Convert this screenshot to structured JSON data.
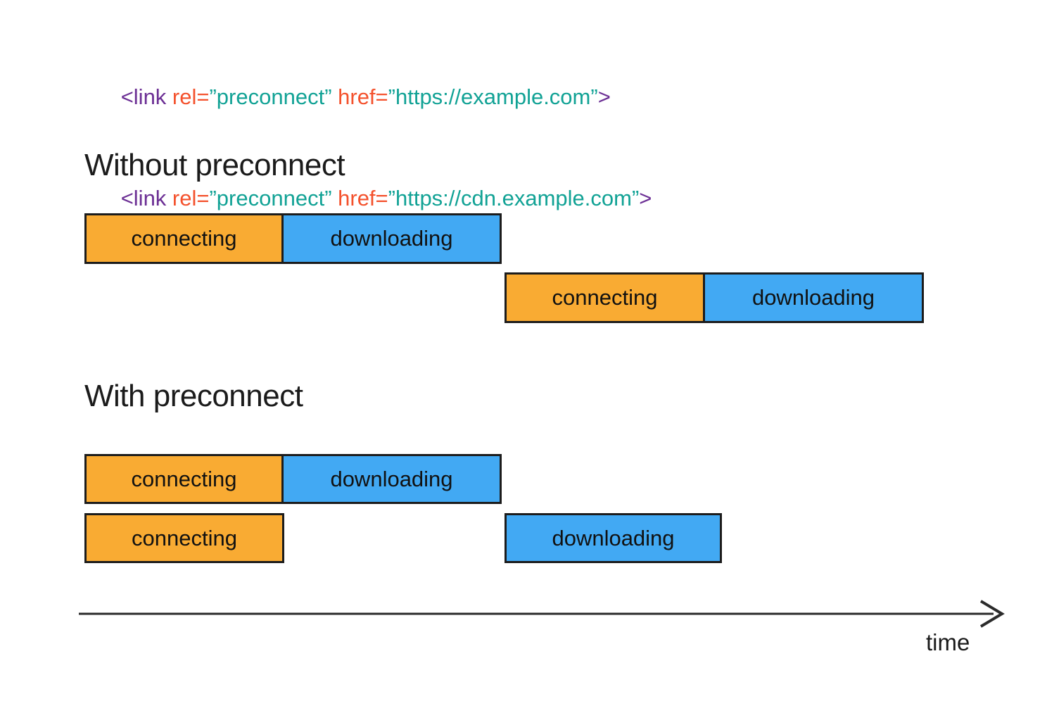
{
  "palette": {
    "code_purple": "#6b2e94",
    "code_orange": "#f4512c",
    "code_teal": "#11a295",
    "bar_orange": "#f9ab33",
    "bar_blue": "#42a9f3",
    "bar_border": "#1c1c1c",
    "heading_text": "#1b1b1b",
    "bar_label_text": "#111111",
    "axis_stroke": "#2b2b2b"
  },
  "code": {
    "lines": [
      {
        "tokens": [
          {
            "text": "<link ",
            "color": "code_purple"
          },
          {
            "text": "rel=",
            "color": "code_orange"
          },
          {
            "text": "”preconnect” ",
            "color": "code_teal"
          },
          {
            "text": "href=",
            "color": "code_orange"
          },
          {
            "text": "”https://example.com”",
            "color": "code_teal"
          },
          {
            "text": ">",
            "color": "code_purple"
          }
        ]
      },
      {
        "tokens": [
          {
            "text": "<link ",
            "color": "code_purple"
          },
          {
            "text": "rel=",
            "color": "code_orange"
          },
          {
            "text": "”preconnect” ",
            "color": "code_teal"
          },
          {
            "text": "href=",
            "color": "code_orange"
          },
          {
            "text": "”https://cdn.example.com”",
            "color": "code_teal"
          },
          {
            "text": ">",
            "color": "code_purple"
          }
        ]
      }
    ]
  },
  "sections": [
    {
      "heading": "Without preconnect",
      "rows": [
        {
          "segments": [
            {
              "label": "connecting"
            },
            {
              "label": "downloading"
            }
          ]
        },
        {
          "segments": [
            {
              "label": "connecting"
            },
            {
              "label": "downloading"
            }
          ]
        }
      ]
    },
    {
      "heading": "With preconnect",
      "rows": [
        {
          "segments": [
            {
              "label": "connecting"
            },
            {
              "label": "downloading"
            }
          ]
        },
        {
          "segments": [
            {
              "label": "connecting"
            },
            {
              "label": "downloading"
            }
          ]
        }
      ]
    }
  ],
  "axis": {
    "label": "time"
  }
}
